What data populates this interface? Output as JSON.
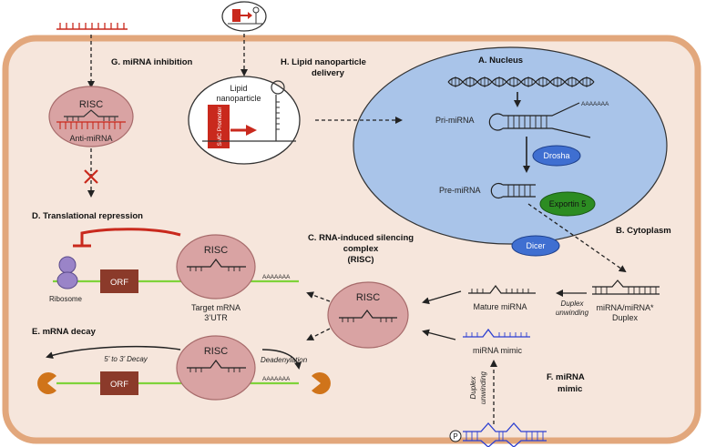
{
  "sections": {
    "g": "G. miRNA inhibition",
    "h_line1": "H. Lipid nanoparticle",
    "h_line2": "delivery",
    "a": "A. Nucleus",
    "b": "B. Cytoplasm",
    "c_line1": "C. RNA-induced silencing",
    "c_line2": "complex",
    "c_line3": "(RISC)",
    "d": "D. Translational repression",
    "e": "E. mRNA decay",
    "f_line1": "F. miRNA",
    "f_line2": "mimic"
  },
  "labels": {
    "risc": "RISC",
    "anti_mirna": "Anti-miRNA",
    "lipid_line1": "Lipid",
    "lipid_line2": "nanoparticle",
    "smc_promoter": "SMC Promoter",
    "pri_mirna": "Pri-miRNA",
    "pre_mirna": "Pre-miRNA",
    "drosha": "Drosha",
    "exportin": "Exportin 5",
    "dicer": "Dicer",
    "polya": "AAAAAAA",
    "ribosome": "Ribosome",
    "orf": "ORF",
    "target_line1": "Target mRNA",
    "target_line2": "3’UTR",
    "mature_mirna": "Mature miRNA",
    "duplex_line1": "miRNA/miRNA*",
    "duplex_line2": "Duplex",
    "duplex_unwinding_line1": "Duplex",
    "duplex_unwinding_line2": "unwinding",
    "mirna_mimic": "miRNA mimic",
    "decay_5_3": "5’ to 3’ Decay",
    "deadenylation": "Deadenylation",
    "phosphate": "P"
  },
  "colors": {
    "cell_fill": "#f6e6dc",
    "cell_border": "#e2a77c",
    "nucleus_fill": "#a9c4e9",
    "risc_fill": "#d9a3a3",
    "risc_border": "#a76b6b",
    "red": "#c9291d",
    "drosha_fill": "#3f6fd1",
    "exportin_fill": "#2c8c22",
    "dicer_fill": "#3f6fd1",
    "orf_fill": "#8b3a2a",
    "mrna_line": "#7fd33a",
    "ribosome_fill": "#9a84c8",
    "mimic_blue": "#2c3fd1",
    "pacman_fill": "#d0741a"
  }
}
